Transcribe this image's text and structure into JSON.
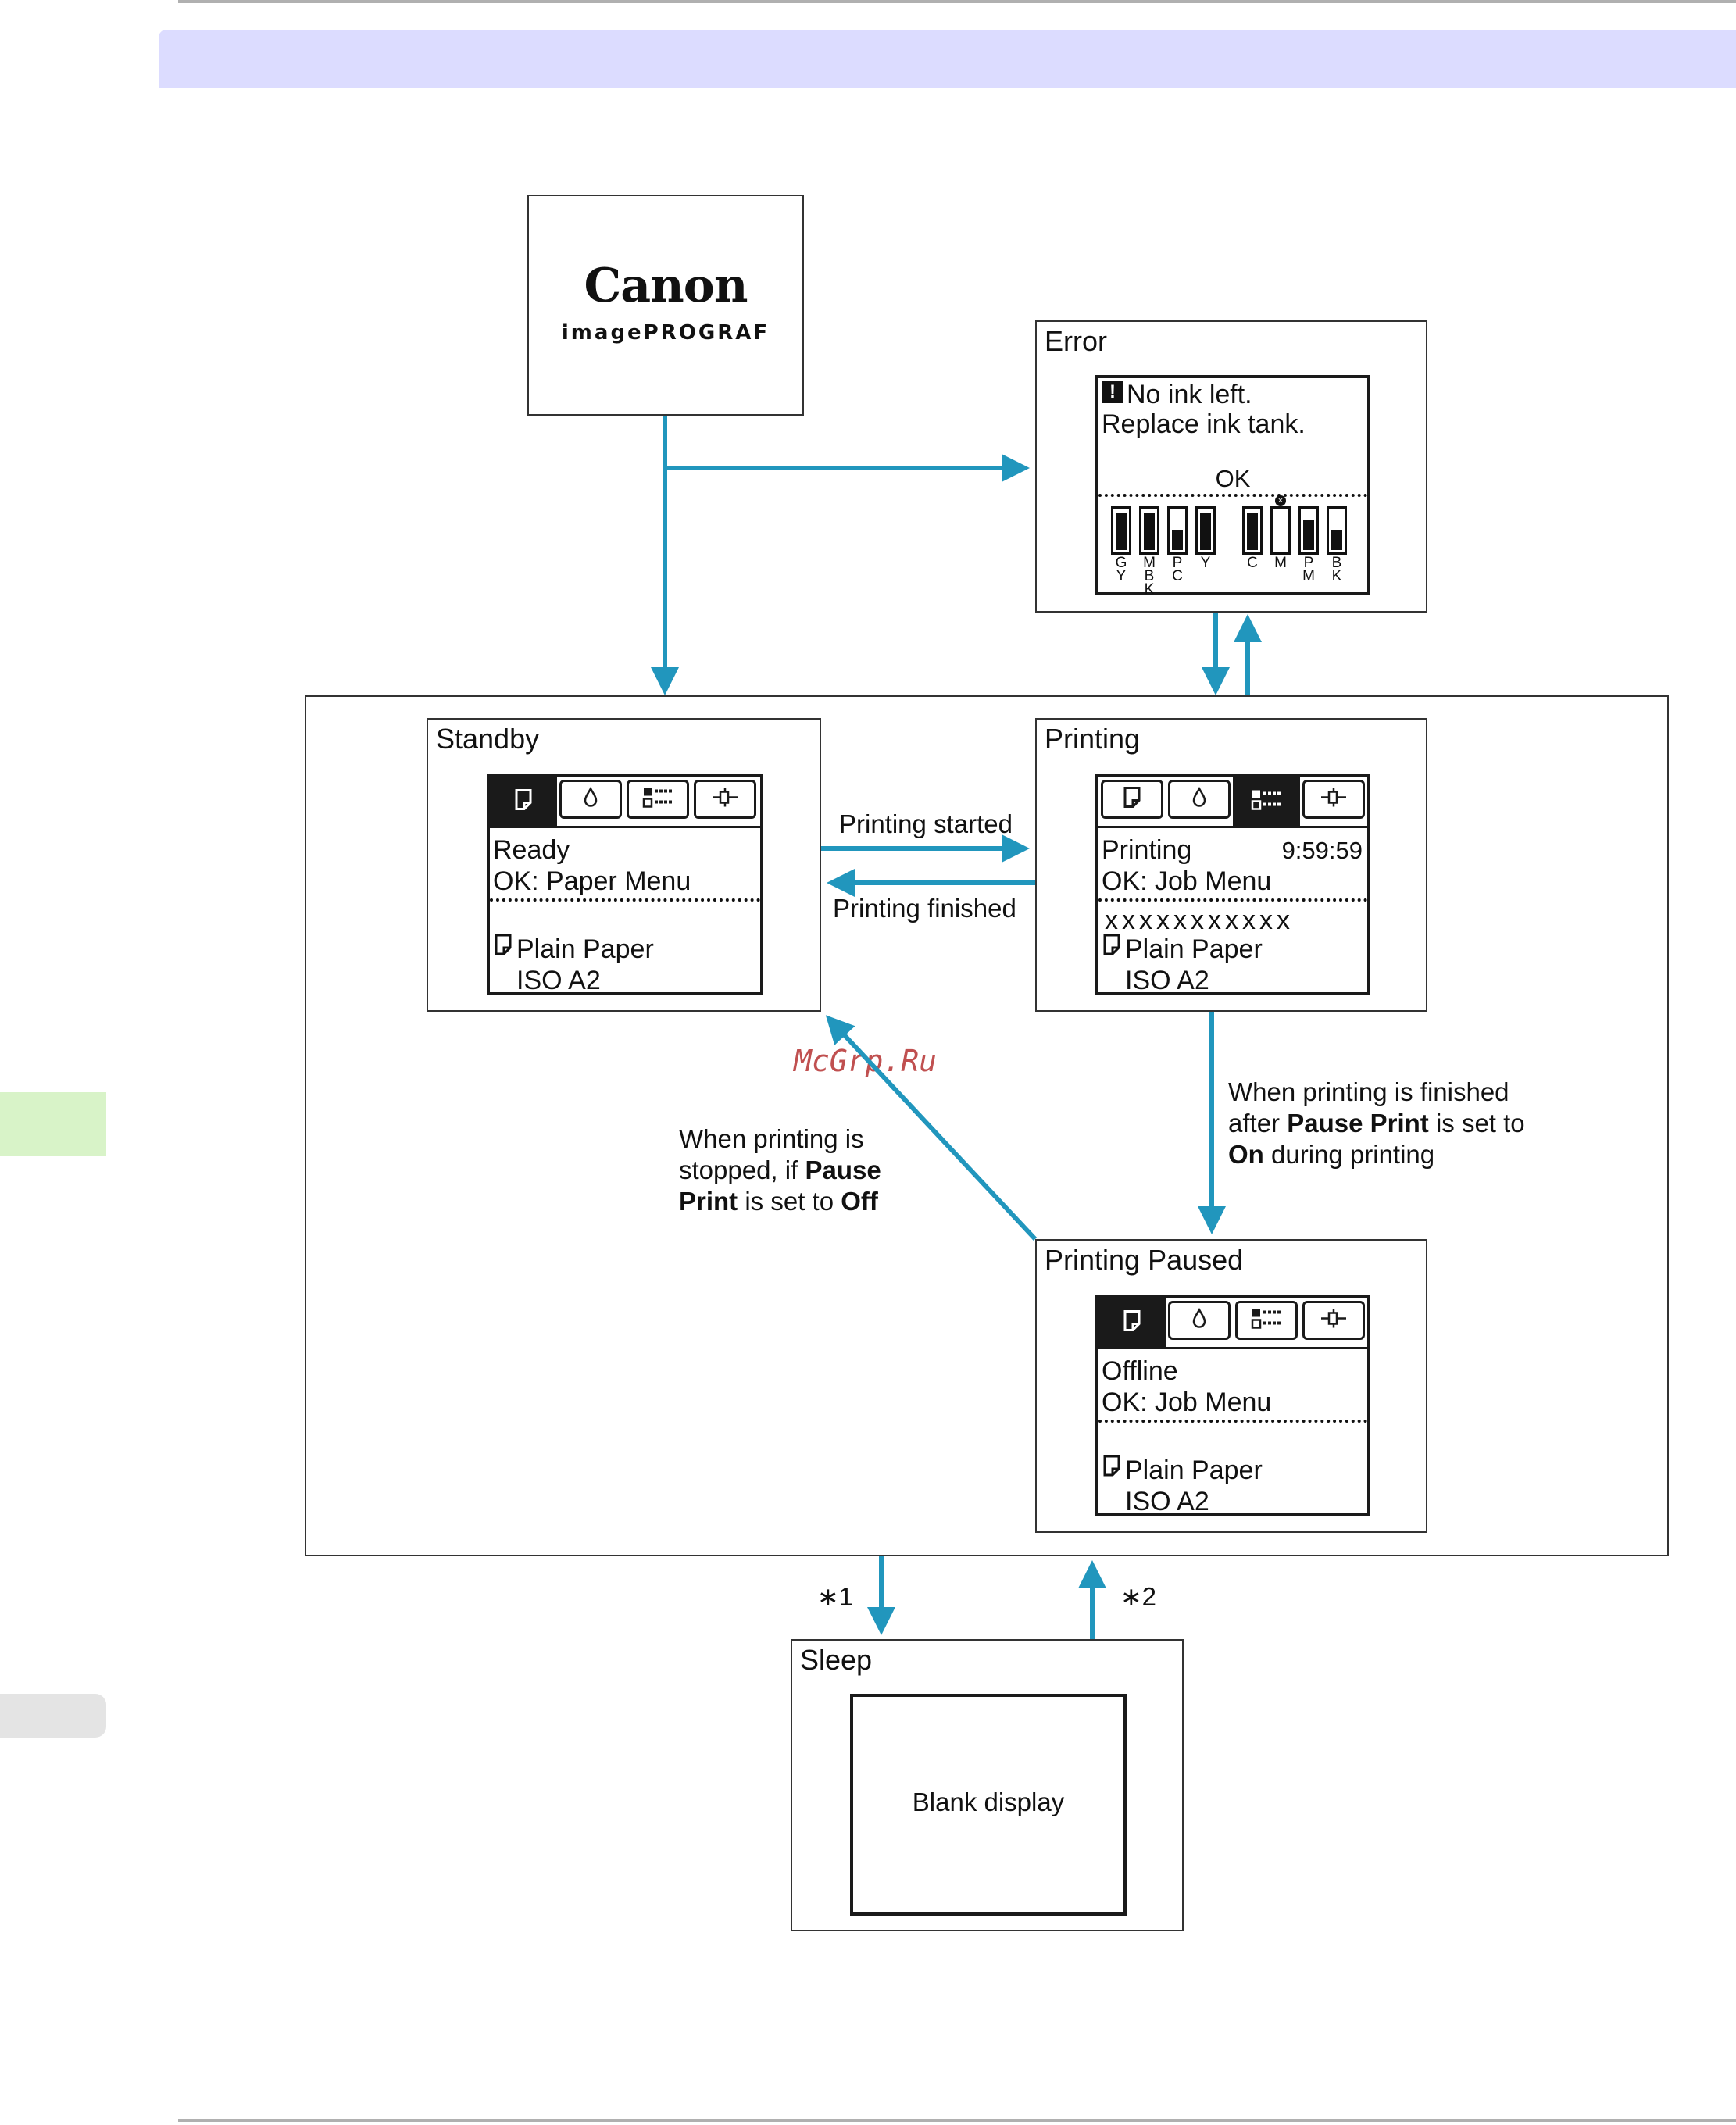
{
  "brand": {
    "logo": "Canon",
    "product": "imagePROGRAF"
  },
  "watermark": "McGrp.Ru",
  "colors": {
    "arrow": "#2196bd",
    "header_band": "#dcdcff",
    "side_tab": "#d8f3c8"
  },
  "states": {
    "error": {
      "title": "Error",
      "line1": "No ink left.",
      "line2": "Replace ink tank.",
      "ok": "OK",
      "inks_left": [
        {
          "label": "G\nY",
          "level": 0.95
        },
        {
          "label": "M\nB\nK",
          "level": 0.95
        },
        {
          "label": "P\nC",
          "level": 0.5
        },
        {
          "label": "Y",
          "level": 0.95
        }
      ],
      "inks_right": [
        {
          "label": "C",
          "level": 0.95
        },
        {
          "label": "M",
          "level": 0.0
        },
        {
          "label": "P\nM",
          "level": 0.75
        },
        {
          "label": "B\nK",
          "level": 0.5
        }
      ]
    },
    "standby": {
      "title": "Standby",
      "line1": "Ready",
      "line2": "OK: Paper Menu",
      "paper": "Plain Paper",
      "size": "ISO A2"
    },
    "printing": {
      "title": "Printing",
      "line1": "Printing",
      "time": "9:59:59",
      "line2": "OK: Job Menu",
      "job": "xxxxxxxxxxx",
      "paper": "Plain Paper",
      "size": "ISO A2"
    },
    "paused": {
      "title": "Printing Paused",
      "line1": "Offline",
      "line2": "OK: Job Menu",
      "paper": "Plain Paper",
      "size": "ISO A2"
    },
    "sleep": {
      "title": "Sleep",
      "display": "Blank display"
    }
  },
  "transitions": {
    "started": "Printing started",
    "finished": "Printing finished",
    "note_pause_on": {
      "l1": "When printing is finished",
      "l2a": "after ",
      "l2b": "Pause Print",
      "l2c": " is set to",
      "l3a": "On",
      "l3b": " during printing"
    },
    "note_pause_off": {
      "l1": "When printing is",
      "l2a": "stopped, if ",
      "l2b": "Pause",
      "l3a": "Print",
      "l3b": " is set to ",
      "l3c": "Off"
    },
    "to_sleep": "∗1",
    "from_sleep": "∗2"
  }
}
